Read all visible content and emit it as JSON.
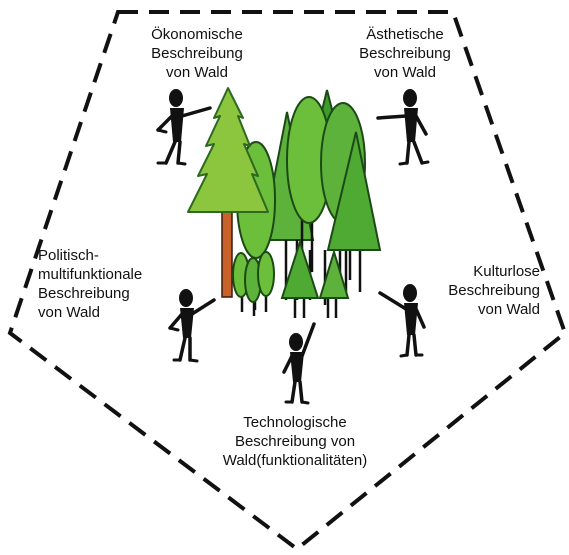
{
  "diagram": {
    "border_style": "dashed",
    "colors": {
      "border": "#111111",
      "pine_light": "#8cc63f",
      "pine_outline": "#2d6a1f",
      "trunk": "#c8622a",
      "tree_mid": "#5cb23a",
      "tree_dark": "#3f9a2c",
      "tree_outline": "#1c4a16",
      "figure": "#111111"
    },
    "labels": {
      "oekonomisch": "Ökonomische\nBeschreibung\nvon Wald",
      "aesthetisch": "Ästhetische\nBeschreibung\nvon Wald",
      "politisch": "Politisch-\nmultifunktionale\nBeschreibung\nvon Wald",
      "kulturlos": "Kulturlose\nBeschreibung\nvon Wald",
      "technologisch": "Technologische\nBeschreibung von\nWald(funktionalitäten)"
    },
    "figures": [
      {
        "name": "figure-oekonomisch",
        "pointing": "right"
      },
      {
        "name": "figure-aesthetisch",
        "pointing": "left"
      },
      {
        "name": "figure-politisch",
        "pointing": "right"
      },
      {
        "name": "figure-kulturlos",
        "pointing": "left"
      },
      {
        "name": "figure-technologisch",
        "pointing": "up"
      }
    ]
  }
}
